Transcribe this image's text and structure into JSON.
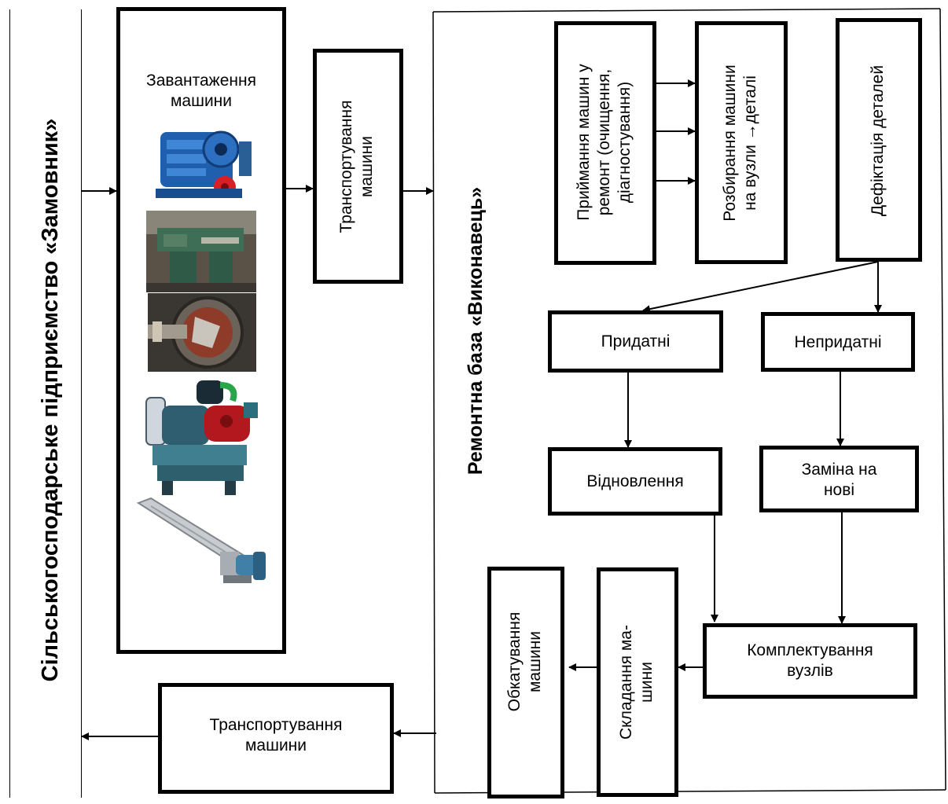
{
  "customer": {
    "title": "Сільськогосподарське підприємство «Замовник»"
  },
  "loading": {
    "title_line1": "Завантаження",
    "title_line2": "машини",
    "photos": [
      "engine-photo",
      "lathe-photo",
      "rotary-machine-photo",
      "compressor-photo",
      "auger-conveyor-photo"
    ]
  },
  "transport_in": {
    "line1": "Транспортування",
    "line2": "машини"
  },
  "repair_base": {
    "title": "Ремонтна база «Виконавець»"
  },
  "steps": {
    "accept": {
      "line1": "Приймання машин у",
      "line2": "ремонт (очищення,",
      "line3": "діагностування)"
    },
    "disassembly": {
      "line1": "Розбирання машини",
      "line2": "на вузли →деталі"
    },
    "defect": {
      "line1": "Дефіктація деталей"
    },
    "suitable": "Придатні",
    "unsuitable": "Непридатні",
    "restoration": "Відновлення",
    "replace": {
      "line1": "Заміна на",
      "line2": "нові"
    },
    "complect": {
      "line1": "Комплектування",
      "line2": "вузлів"
    },
    "assembly": {
      "line1": "Складання ма-",
      "line2": "шини"
    },
    "runin": {
      "line1": "Обкатування",
      "line2": "машини"
    }
  },
  "transport_out": {
    "line1": "Транспортування",
    "line2": "машини"
  }
}
